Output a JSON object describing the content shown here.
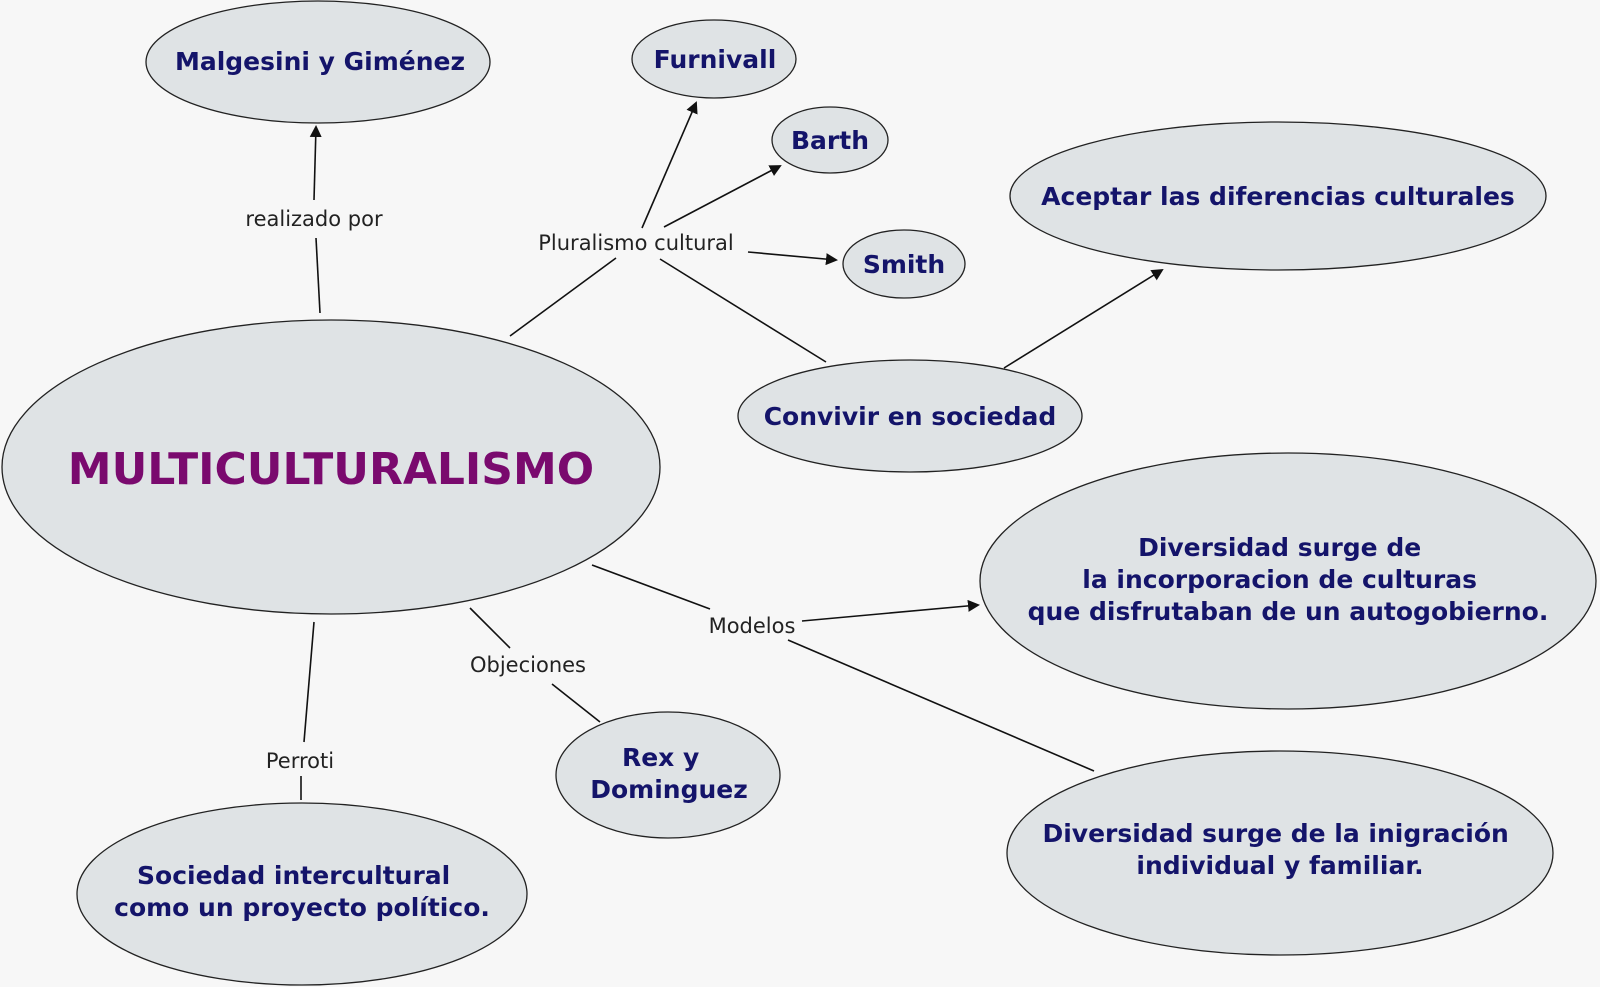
{
  "concept_map": {
    "central": {
      "label": "MULTICULTURALISMO"
    },
    "nodes": {
      "malgesini": {
        "label": "Malgesini y Giménez"
      },
      "furnivall": {
        "label": "Furnivall"
      },
      "barth": {
        "label": "Barth"
      },
      "smith": {
        "label": "Smith"
      },
      "aceptar": {
        "label": "Aceptar las diferencias culturales"
      },
      "convivir": {
        "label": "Convivir en sociedad"
      },
      "diversidad_autogobierno": {
        "lines": [
          "Diversidad surge de",
          "la incorporacion de culturas",
          "que disfrutaban de un autogobierno."
        ]
      },
      "rex": {
        "lines": [
          "Rex y",
          "Dominguez"
        ]
      },
      "diversidad_inmigracion": {
        "lines": [
          "Diversidad surge de la inigración",
          "individual y familiar."
        ]
      },
      "sociedad": {
        "lines": [
          "Sociedad intercultural",
          "como un proyecto político."
        ]
      }
    },
    "links": {
      "realizado_por": "realizado por",
      "pluralismo": "Pluralismo cultural",
      "modelos": "Modelos",
      "objeciones": "Objeciones",
      "perroti": "Perroti"
    }
  }
}
